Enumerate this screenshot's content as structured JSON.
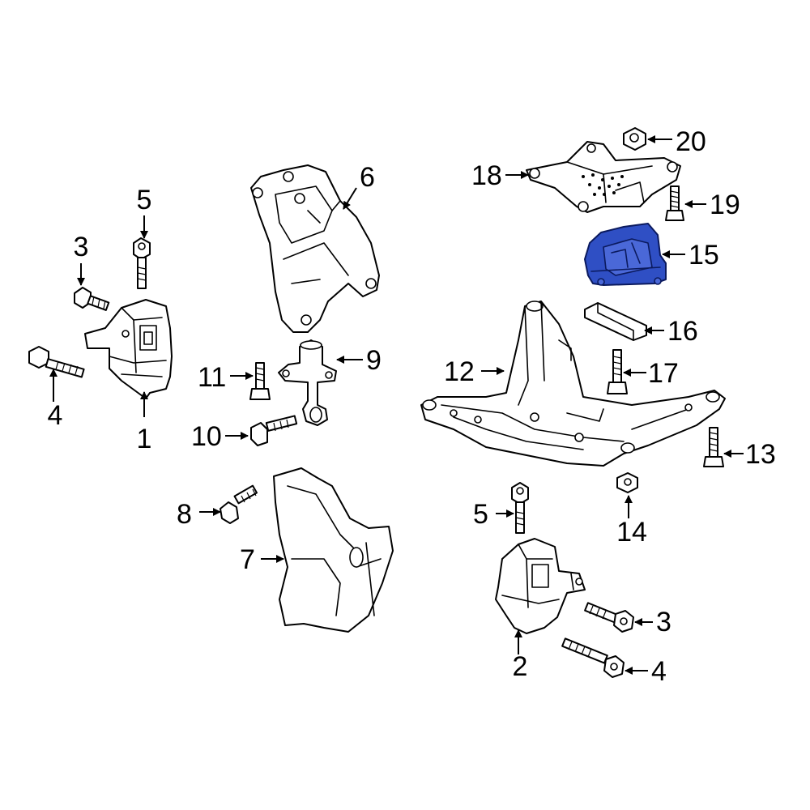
{
  "highlight_color": "#2f4fc4",
  "highlighted_part": "15",
  "callouts": [
    {
      "id": "c1",
      "label": "1"
    },
    {
      "id": "c2",
      "label": "2"
    },
    {
      "id": "c3a",
      "label": "3"
    },
    {
      "id": "c3b",
      "label": "3"
    },
    {
      "id": "c4a",
      "label": "4"
    },
    {
      "id": "c4b",
      "label": "4"
    },
    {
      "id": "c5a",
      "label": "5"
    },
    {
      "id": "c5b",
      "label": "5"
    },
    {
      "id": "c6",
      "label": "6"
    },
    {
      "id": "c7",
      "label": "7"
    },
    {
      "id": "c8",
      "label": "8"
    },
    {
      "id": "c9",
      "label": "9"
    },
    {
      "id": "c10",
      "label": "10"
    },
    {
      "id": "c11",
      "label": "11"
    },
    {
      "id": "c12",
      "label": "12"
    },
    {
      "id": "c13",
      "label": "13"
    },
    {
      "id": "c14",
      "label": "14"
    },
    {
      "id": "c15",
      "label": "15"
    },
    {
      "id": "c16",
      "label": "16"
    },
    {
      "id": "c17",
      "label": "17"
    },
    {
      "id": "c18",
      "label": "18"
    },
    {
      "id": "c19",
      "label": "19"
    },
    {
      "id": "c20",
      "label": "20"
    }
  ]
}
